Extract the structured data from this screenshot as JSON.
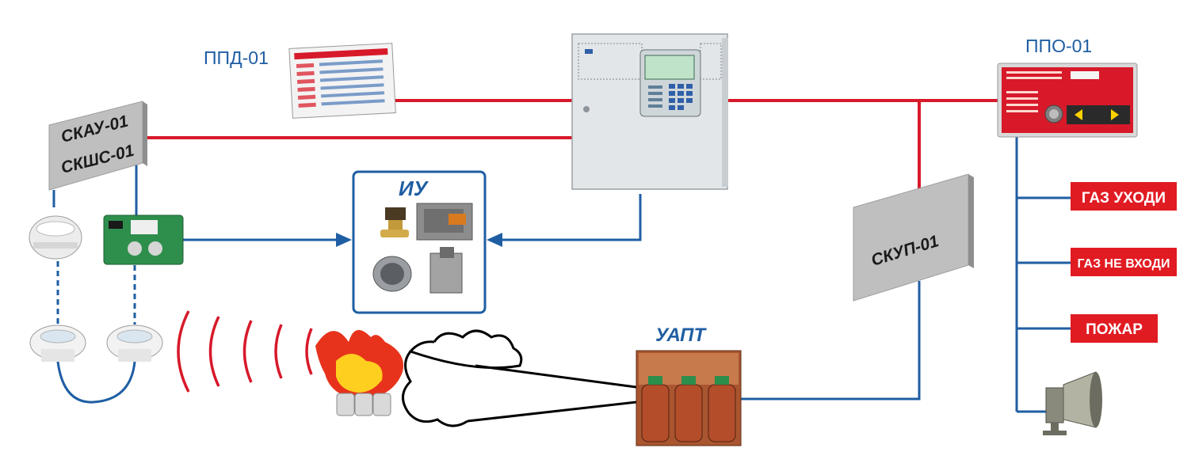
{
  "labels": {
    "ppd": "ППД-01",
    "ppo": "ППО-01",
    "skau": "СКАУ-01",
    "skshs": "СКШС-01",
    "iu": "ИУ",
    "skup": "СКУП-01",
    "uapt": "УАПТ"
  },
  "signals": {
    "gas_leave": "ГАЗ УХОДИ",
    "gas_no_enter": "ГАЗ НЕ ВХОДИ",
    "fire": "ПОЖАР"
  },
  "colors": {
    "red_line": "#d7192a",
    "blue_line": "#1f5ea3",
    "signal_bg": "#e11b22",
    "signal_text": "#ffffff",
    "block_gray": "#b9b9b9"
  },
  "icons": [
    "control-panel-icon",
    "ppd-display-panel-icon",
    "ppo-console-icon",
    "smoke-detector-icon",
    "wireless-detector-icon",
    "module-board-icon",
    "valve-icon",
    "damper-icon",
    "fire-icon",
    "gas-cylinders-icon",
    "siren-horn-icon",
    "radio-waves-icon",
    "smoke-cloud-icon"
  ]
}
